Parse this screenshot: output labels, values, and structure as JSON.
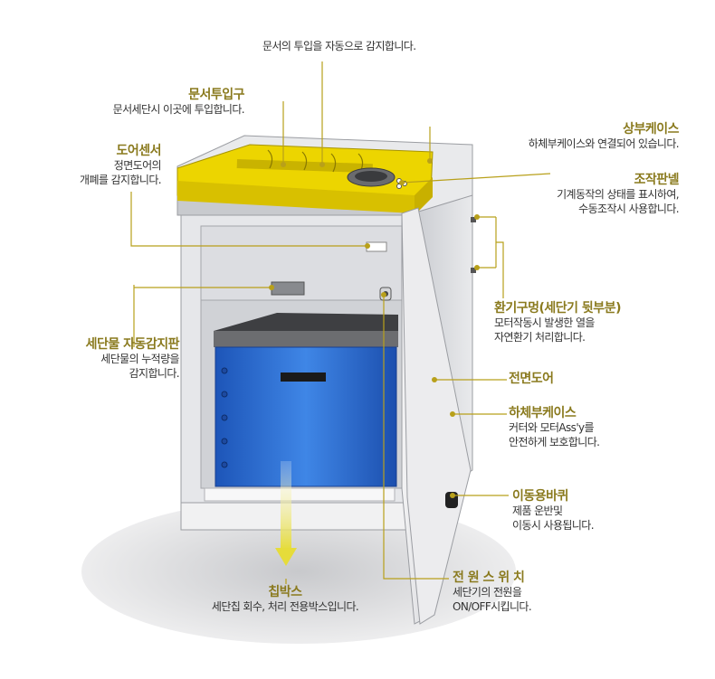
{
  "labels": {
    "top_auto": {
      "desc": "문서의 투입을 자동으로 감지합니다."
    },
    "doc_inlet": {
      "title": "문서투입구",
      "desc": "문서세단시 이곳에 투입합니다."
    },
    "door_sensor": {
      "title": "도어센서",
      "desc1": "정면도어의",
      "desc2": "개폐를 감지합니다."
    },
    "upper_case": {
      "title": "상부케이스",
      "desc": "하체부케이스와 연결되어 있습니다."
    },
    "control_panel": {
      "title": "조작판넬",
      "desc1": "기계동작의 상태를 표시하여,",
      "desc2": "수동조작시 사용합니다."
    },
    "vent": {
      "title": "환기구멍(세단기 뒷부분)",
      "desc1": "모터작동시 발생한 열을",
      "desc2": "자연환기 처리합니다."
    },
    "front_door": {
      "title": "전면도어"
    },
    "lower_case": {
      "title": "하체부케이스",
      "desc1": "커터와 모터Ass'y를",
      "desc2": "안전하게 보호합니다."
    },
    "wheels": {
      "title": "이동용바퀴",
      "desc1": "제품 운반및",
      "desc2": "이동시 사용됩니다."
    },
    "power_switch": {
      "title": "전 원 스 위 치",
      "desc1": "세단기의 전원을",
      "desc2": "ON/OFF시킵니다."
    },
    "chip_box": {
      "title": "칩박스",
      "desc": "세단칩 회수, 처리 전용박스입니다."
    },
    "auto_sensor": {
      "title": "세단물 자동감지판",
      "desc1": "세단물의 누적량을",
      "desc2": "감지합니다."
    }
  },
  "colors": {
    "accent_title": "#8a7a1e",
    "leader_line": "#b8a01a",
    "lid_yellow": "#ecd500",
    "box_blue": "#2f6fd3",
    "body_gray": "#dcdde0"
  }
}
